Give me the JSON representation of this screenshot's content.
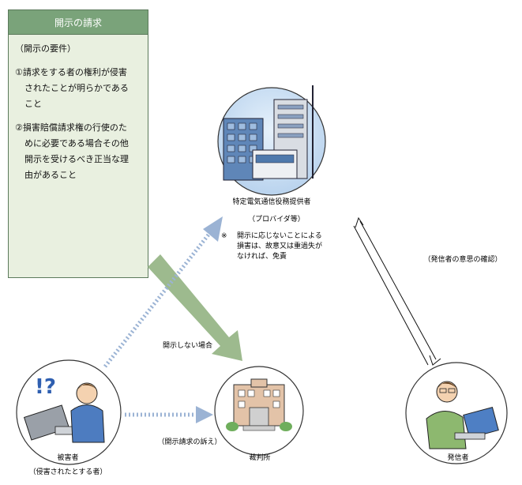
{
  "panel": {
    "title": "開示の請求",
    "requirements_heading": "（開示の要件）",
    "item1_line1": "①請求をする者の権利が侵害",
    "item1_line2": "されたことが明らかである",
    "item1_line3": "こと",
    "item2_line1": "②損害賠償請求権の行使のた",
    "item2_line2": "めに必要である場合その他",
    "item2_line3": "開示を受けるべき正当な理",
    "item2_line4": "由があること"
  },
  "provider": {
    "label": "特定電気通信役務提供者",
    "sublabel": "（プロバイダ等）",
    "note_mark": "※",
    "note_line1": "開示に応じないことによる",
    "note_line2": "損害は、故意又は重過失が",
    "note_line3": "なければ、免責"
  },
  "court": {
    "label": "裁判所"
  },
  "victim": {
    "label": "被害者",
    "sublabel": "（侵害されたとする者）"
  },
  "sender": {
    "label": "発信者"
  },
  "arrows": {
    "no_disclosure": "開示しない場合",
    "lawsuit": "（開示請求の訴え）",
    "confirm": "（発信者の意思の確認）"
  },
  "colors": {
    "panel_bg": "#e9f0e0",
    "panel_header": "#7aa37a",
    "dotted_arrow": "#9bb3d4",
    "thick_arrow": "#9dba8e"
  }
}
